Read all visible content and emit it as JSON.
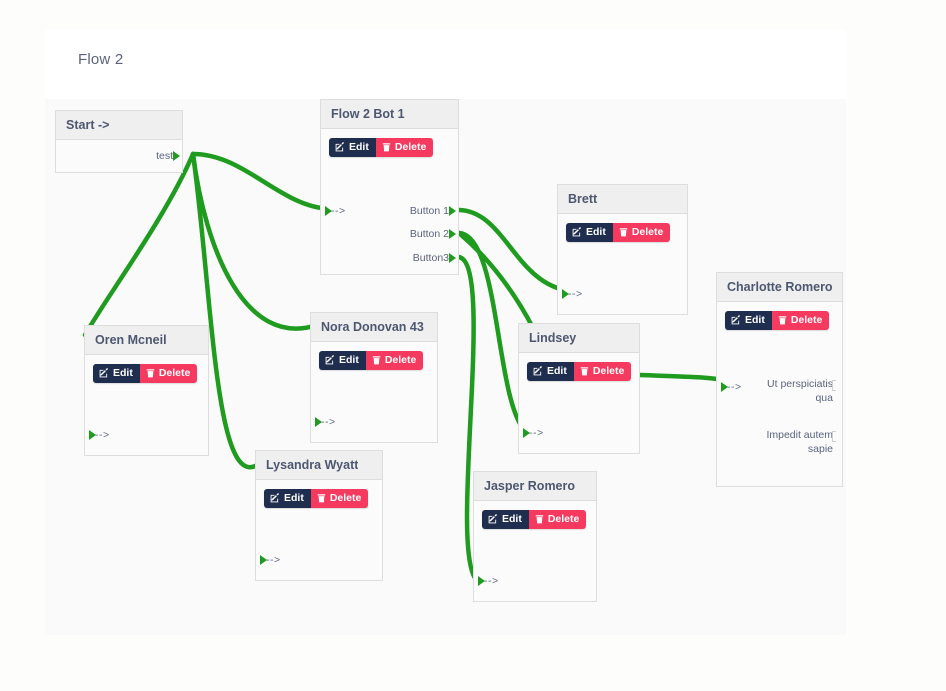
{
  "page": {
    "title": "Flow 2"
  },
  "theme": {
    "edge_color": "#1f9b1f",
    "edit_button_color": "#1f2d4e",
    "delete_button_color": "#f63a5f",
    "node_header_color": "#efefef",
    "node_title_color": "#4d5770",
    "canvas_color": "#fafafa"
  },
  "actions": {
    "edit_label": "Edit",
    "delete_label": "Delete",
    "edit_icon": "pencil-square-icon",
    "delete_icon": "trash-icon"
  },
  "nodes": [
    {
      "id": "start",
      "title": "Start ->",
      "has_actions": false,
      "inputs": [],
      "outputs": [
        "test"
      ]
    },
    {
      "id": "flow-2-bot-1",
      "title": "Flow 2 Bot 1",
      "has_actions": true,
      "inputs": [
        "-->"
      ],
      "outputs": [
        "Button 1",
        "Button 2",
        "Button3"
      ]
    },
    {
      "id": "oren-mcneil",
      "title": "Oren Mcneil",
      "has_actions": true,
      "inputs": [
        "-->"
      ],
      "outputs": []
    },
    {
      "id": "nora-donovan-43",
      "title": "Nora Donovan 43",
      "has_actions": true,
      "inputs": [
        "-->"
      ],
      "outputs": []
    },
    {
      "id": "lysandra-wyatt",
      "title": "Lysandra Wyatt",
      "has_actions": true,
      "inputs": [
        "-->"
      ],
      "outputs": []
    },
    {
      "id": "brett",
      "title": "Brett",
      "has_actions": true,
      "inputs": [
        "-->"
      ],
      "outputs": []
    },
    {
      "id": "lindsey",
      "title": "Lindsey",
      "has_actions": true,
      "inputs": [
        "-->"
      ],
      "outputs": []
    },
    {
      "id": "jasper-romero",
      "title": "Jasper Romero",
      "has_actions": true,
      "inputs": [
        "-->"
      ],
      "outputs": []
    },
    {
      "id": "charlotte-romero",
      "title": "Charlotte Romero",
      "has_actions": true,
      "inputs": [
        "-->"
      ],
      "outputs": [
        "Ut perspiciatis qua",
        "Impedit autem sapie"
      ]
    }
  ]
}
